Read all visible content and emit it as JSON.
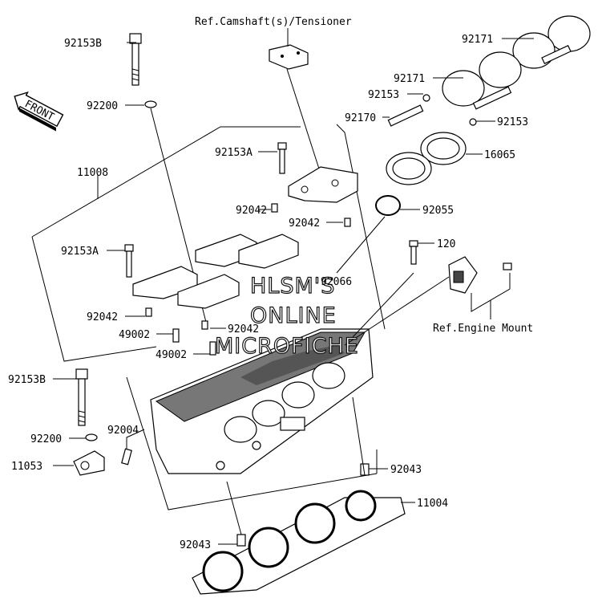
{
  "labels": {
    "ref_camshaft": "Ref.Camshaft(s)/Tensioner",
    "ref_engine_mount": "Ref.Engine Mount",
    "front": "FRONT",
    "p92153B_top": "92153B",
    "p92200_top": "92200",
    "p11008": "11008",
    "p92153A_mid": "92153A",
    "p92042_a": "92042",
    "p92042_b": "92042",
    "p92153A_left": "92153A",
    "p92042_c": "92042",
    "p92042_d": "92042",
    "p49002_a": "49002",
    "p49002_b": "49002",
    "p92153B_bottom": "92153B",
    "p92004": "92004",
    "p92200_bottom": "92200",
    "p11053": "11053",
    "p92043_right": "92043",
    "p11004": "11004",
    "p92043_bottom": "92043",
    "p92171_a": "92171",
    "p92171_b": "92171",
    "p92153_a": "92153",
    "p92170": "92170",
    "p92153_b": "92153",
    "p16065": "16065",
    "p92055": "92055",
    "p120": "120",
    "p92066": "92066"
  },
  "watermark": {
    "line1": "HLSM'S",
    "line2": "ONLINE",
    "line3": "MICROFICHE"
  }
}
